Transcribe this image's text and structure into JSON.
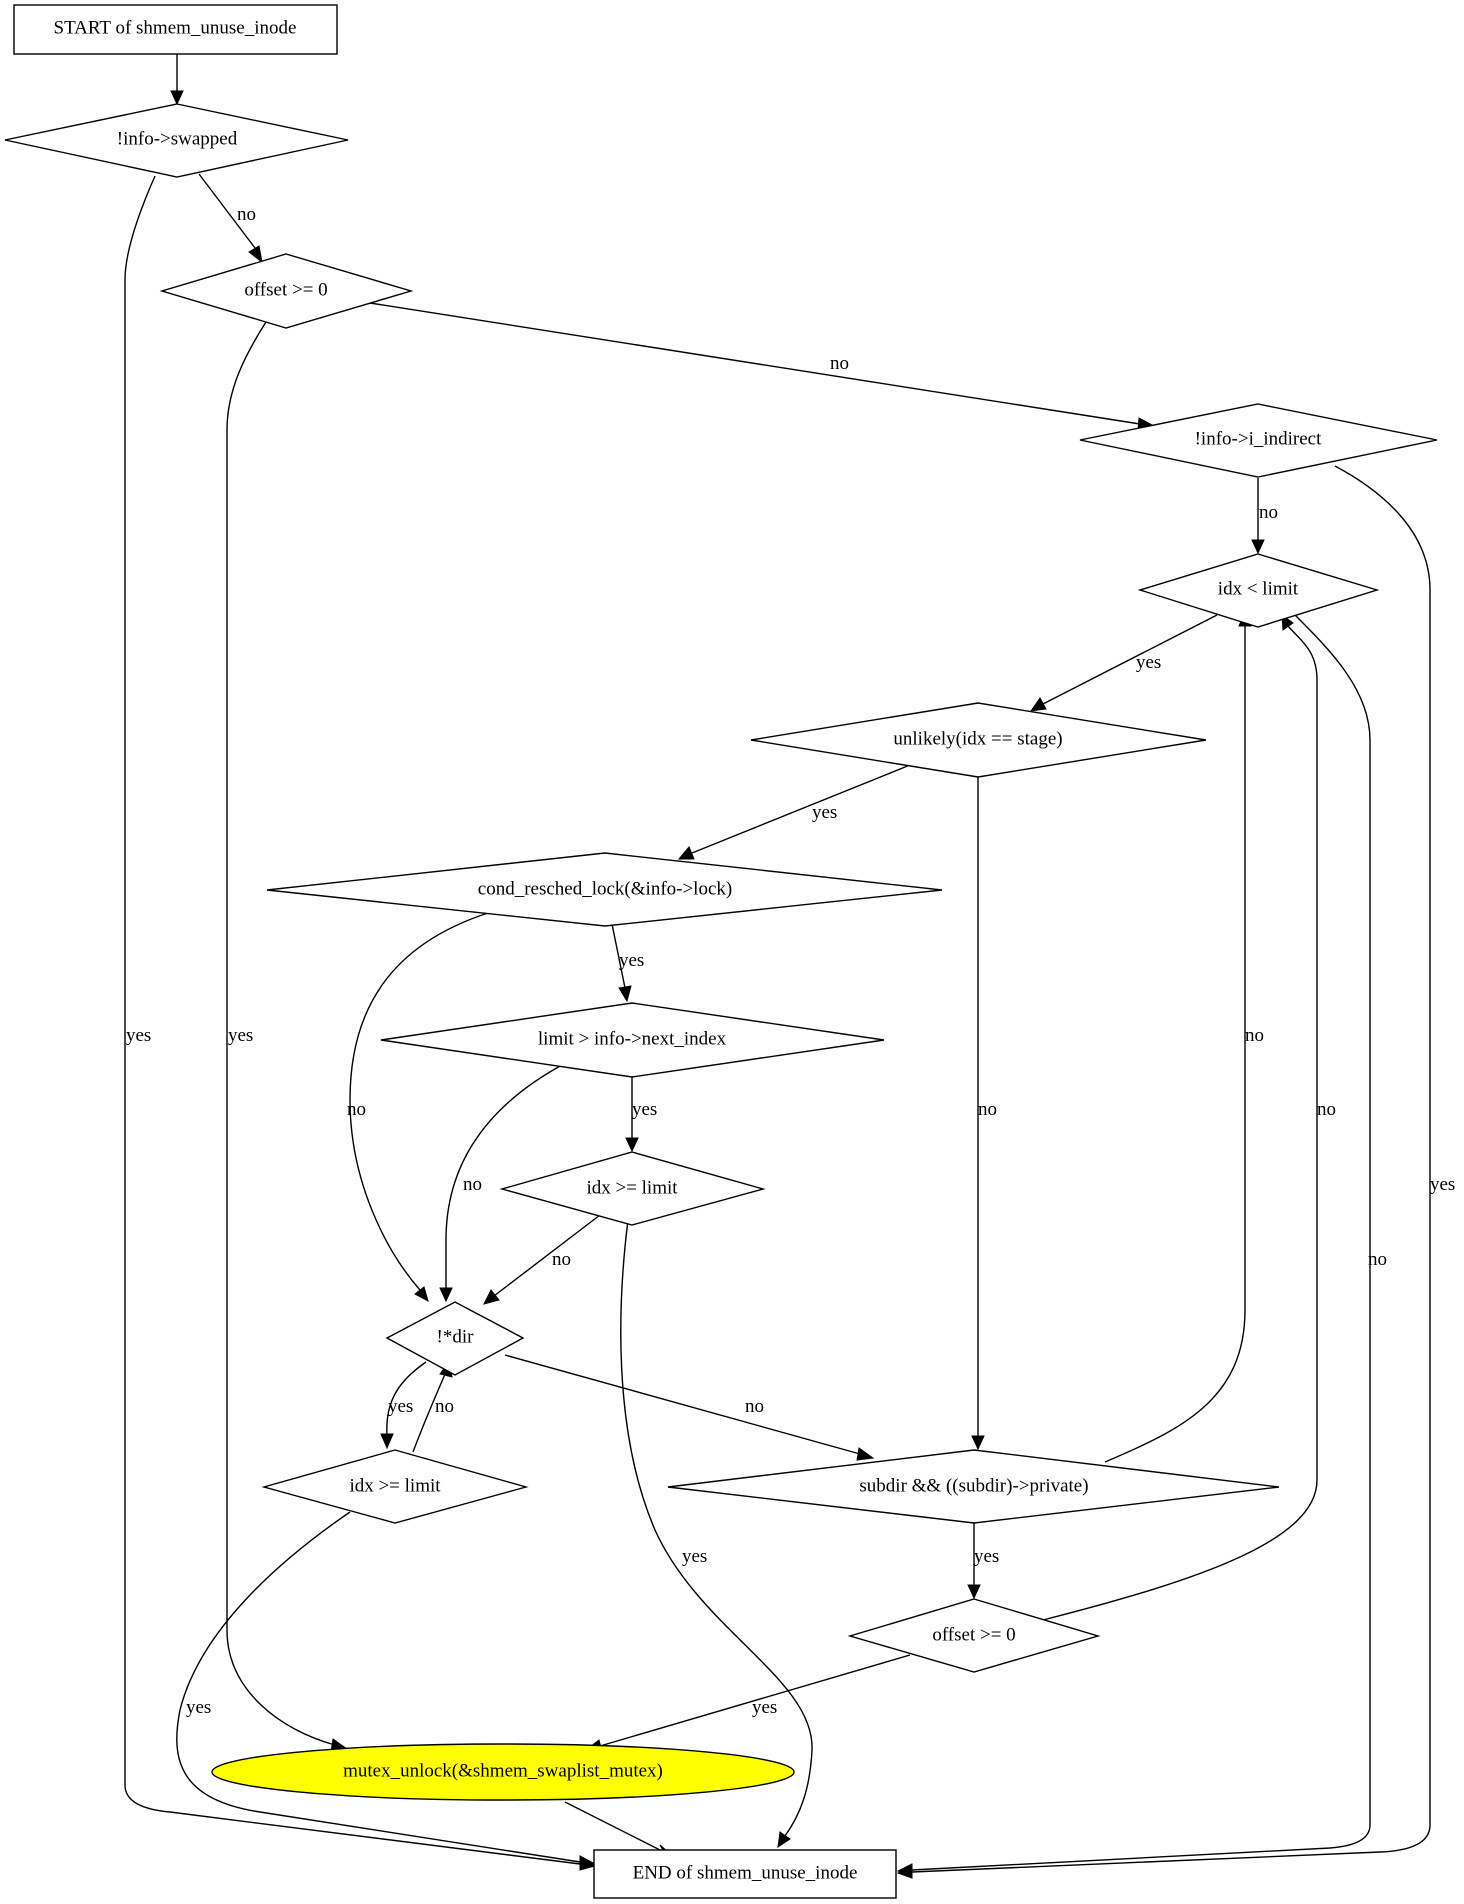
{
  "colors": {
    "background": "#ffffff",
    "stroke": "#000000",
    "highlight_fill": "#ffff00"
  },
  "nodes": {
    "start": "START of shmem_unuse_inode",
    "swapped": "!info->swapped",
    "offset1": "offset >= 0",
    "indirect": "!info->i_indirect",
    "idx_lt_limit": "idx < limit",
    "unlikely": "unlikely(idx == stage)",
    "cond_resched": "cond_resched_lock(&info->lock)",
    "limit_gt": "limit > info->next_index",
    "idx_ge1": "idx >= limit",
    "dir": "!*dir",
    "idx_ge2": "idx >= limit",
    "subdir": "subdir && ((subdir)->private)",
    "offset2": "offset >= 0",
    "mutex": "mutex_unlock(&shmem_swaplist_mutex)",
    "end": "END of shmem_unuse_inode"
  },
  "edge_labels": {
    "swapped_end": "yes",
    "swapped_offset1": "no",
    "offset1_mutex": "yes",
    "offset1_indirect": "no",
    "indirect_idx": "no",
    "indirect_end": "yes",
    "idx_unlikely": "yes",
    "idx_end": "no",
    "unlikely_cond": "yes",
    "unlikely_subdir": "no",
    "cond_limit": "yes",
    "cond_dir": "no",
    "limit_idxge1": "yes",
    "limit_dir": "no",
    "idxge1_dir": "no",
    "idxge1_end": "yes",
    "dir_idxge2": "yes",
    "idxge2_dir": "no",
    "dir_subdir": "no",
    "idxge2_end": "yes",
    "subdir_offset2": "yes",
    "subdir_idx": "no",
    "offset2_mutex": "yes",
    "offset2_idx": "no"
  }
}
